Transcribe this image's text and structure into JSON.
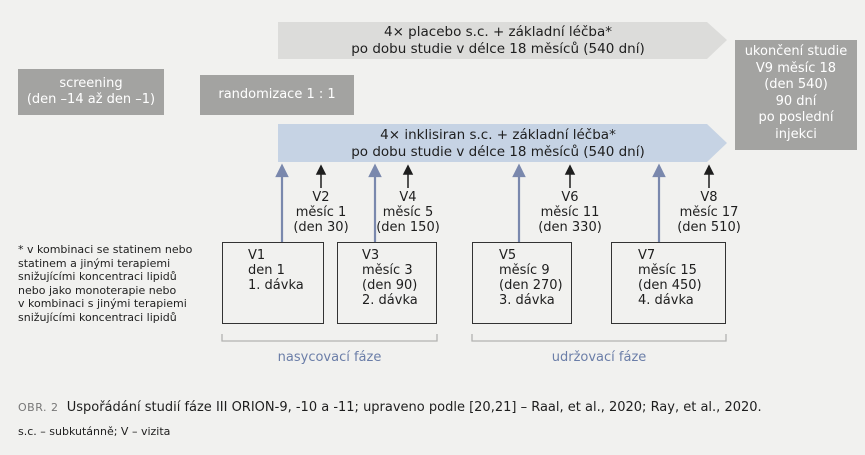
{
  "arms": {
    "placebo": {
      "line1": "4× placebo s.c. + základní léčba*",
      "line2": "po dobu studie v délce 18 měsíců (540 dní)"
    },
    "inclisiran": {
      "line1": "4× inklisiran s.c. + základní léčba*",
      "line2": "po dobu studie v délce 18 měsíců (540 dní)"
    }
  },
  "screening": {
    "line1": "screening",
    "line2": "(den –14 až den –1)"
  },
  "randomization": {
    "label": "randomizace 1 : 1"
  },
  "end_of_study": {
    "line1": "ukončení studie",
    "line2": "V9 měsíc 18",
    "line3": "(den 540)",
    "line4": "90 dní",
    "line5": "po poslední",
    "line6": "injekci"
  },
  "dose_visits": [
    {
      "visit": "V1",
      "l1": "den 1",
      "l2": "1. dávka",
      "l3": ""
    },
    {
      "visit": "V3",
      "l1": "měsíc 3",
      "l2": "(den 90)",
      "l3": "2. dávka"
    },
    {
      "visit": "V5",
      "l1": "měsíc 9",
      "l2": "(den 270)",
      "l3": "3. dávka"
    },
    {
      "visit": "V7",
      "l1": "měsíc 15",
      "l2": "(den 450)",
      "l3": "4. dávka"
    }
  ],
  "followup_visits": [
    {
      "visit": "V2",
      "l1": "měsíc 1",
      "l2": "(den 30)"
    },
    {
      "visit": "V4",
      "l1": "měsíc 5",
      "l2": "(den 150)"
    },
    {
      "visit": "V6",
      "l1": "měsíc 11",
      "l2": "(den 330)"
    },
    {
      "visit": "V8",
      "l1": "měsíc 17",
      "l2": "(den 510)"
    }
  ],
  "phases": {
    "loading": "nasycovací fáze",
    "maintenance": "udržovací fáze"
  },
  "footnote": [
    "* v kombinaci se statinem nebo",
    "statinem a jinými terapiemi",
    "snižujícími koncentraci lipidů",
    "nebo jako monoterapie nebo",
    "v kombinaci s jinými terapiemi",
    "snižujícími koncentraci lipidů"
  ],
  "caption": {
    "label": "OBR. 2",
    "text": "Uspořádání studií fáze III ORION-9, -10 a -11; upraveno podle [20,21] – Raal, et al., 2020; Ray, et al., 2020.",
    "abbrev": "s.c. – subkutánně; V – vizita"
  },
  "colors": {
    "placebo_arm": "#dcdcda",
    "inclisiran_arm": "#c6d3e4",
    "grey_box": "#a3a3a1",
    "dose_arrow": "#7a88ad",
    "phase_text": "#6b7ea8"
  }
}
